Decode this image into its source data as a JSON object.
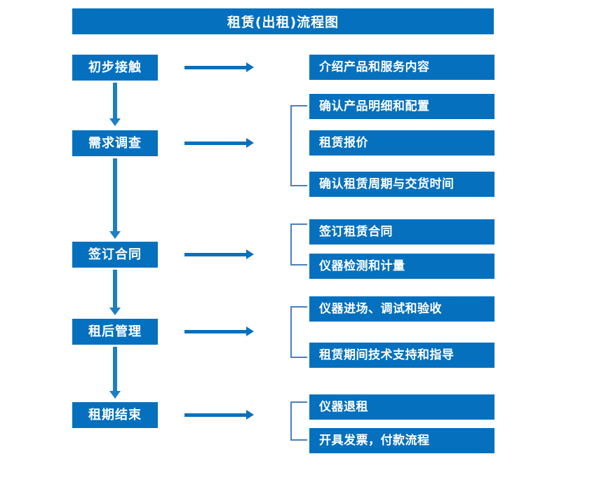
{
  "diagram": {
    "title": "租赁(出租)流程图",
    "accent_color": "#0570BE",
    "arrow_color": "#1C7FC4",
    "bracket_color": "#4B7FBB",
    "text_color": "#FFFFFF",
    "background_color": "#FFFFFF"
  },
  "stages": [
    {
      "label": "初步接触"
    },
    {
      "label": "需求调查"
    },
    {
      "label": "签订合同"
    },
    {
      "label": "租后管理"
    },
    {
      "label": "租期结束"
    }
  ],
  "details": [
    {
      "label": "介绍产品和服务内容"
    },
    {
      "label": "确认产品明细和配置"
    },
    {
      "label": "租赁报价"
    },
    {
      "label": "确认租赁周期与交货时间"
    },
    {
      "label": "签订租赁合同"
    },
    {
      "label": "仪器检测和计量"
    },
    {
      "label": "仪器进场、调试和验收"
    },
    {
      "label": "租赁期间技术支持和指导"
    },
    {
      "label": "仪器退租"
    },
    {
      "label": "开具发票，付款流程"
    }
  ]
}
